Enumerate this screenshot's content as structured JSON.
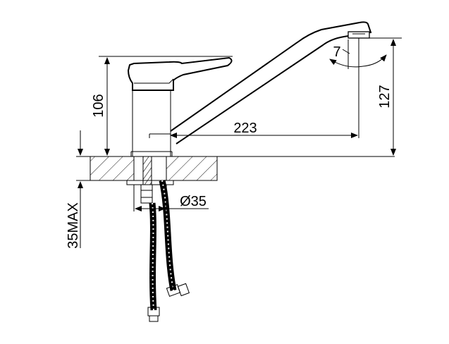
{
  "drawing": {
    "dimensions": {
      "spout_reach": "223",
      "handle_height": "106",
      "overall_height": "127",
      "hole_diameter": "Ø35",
      "max_counter_thickness": "35MAX",
      "swivel_angle": "7"
    },
    "colors": {
      "line": "#000000",
      "background": "#ffffff"
    }
  }
}
